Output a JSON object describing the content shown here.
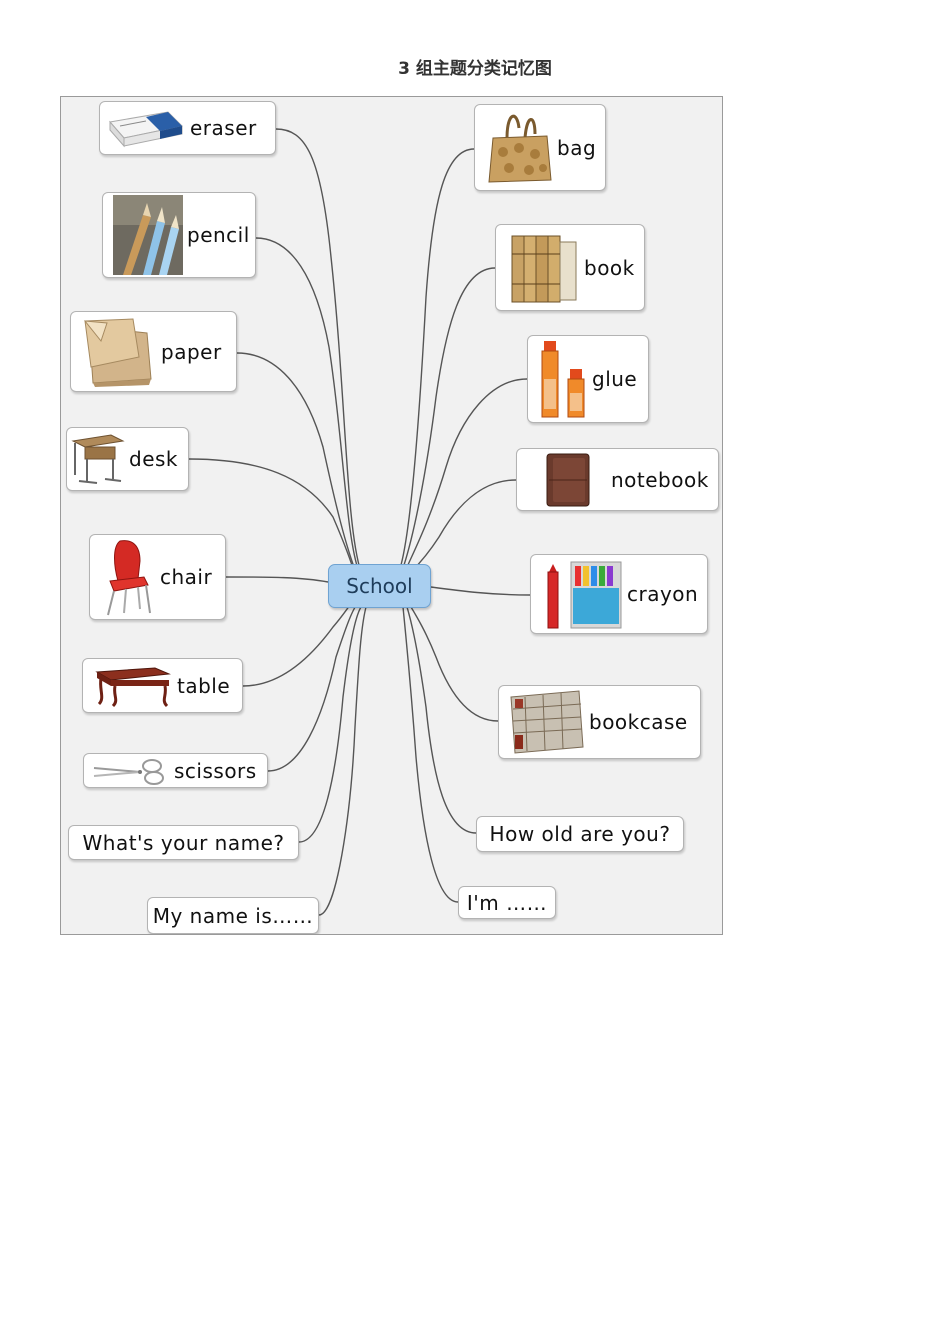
{
  "title": "3 组主题分类记忆图",
  "center": "School",
  "left_nodes": {
    "eraser": "eraser",
    "pencil": "pencil",
    "paper": "paper",
    "desk": "desk",
    "chair": "chair",
    "table": "table",
    "scissors": "scissors",
    "whats_your_name": "What's your name?",
    "my_name_is": "My name is……"
  },
  "right_nodes": {
    "bag": "bag",
    "book": "book",
    "glue": "glue",
    "notebook": "notebook",
    "crayon": "crayon",
    "bookcase": "bookcase",
    "how_old": "How old are you?",
    "im": "I'm ……"
  },
  "icons": {
    "eraser": "eraser-icon",
    "pencil": "pencil-icon",
    "paper": "paper-icon",
    "desk": "desk-icon",
    "chair": "chair-icon",
    "table": "table-icon",
    "scissors": "scissors-icon",
    "bag": "bag-icon",
    "book": "book-icon",
    "glue": "glue-icon",
    "notebook": "notebook-icon",
    "crayon": "crayon-icon",
    "bookcase": "bookcase-icon"
  },
  "colors": {
    "center_fill": "#a9cff0",
    "link": "#555555"
  }
}
